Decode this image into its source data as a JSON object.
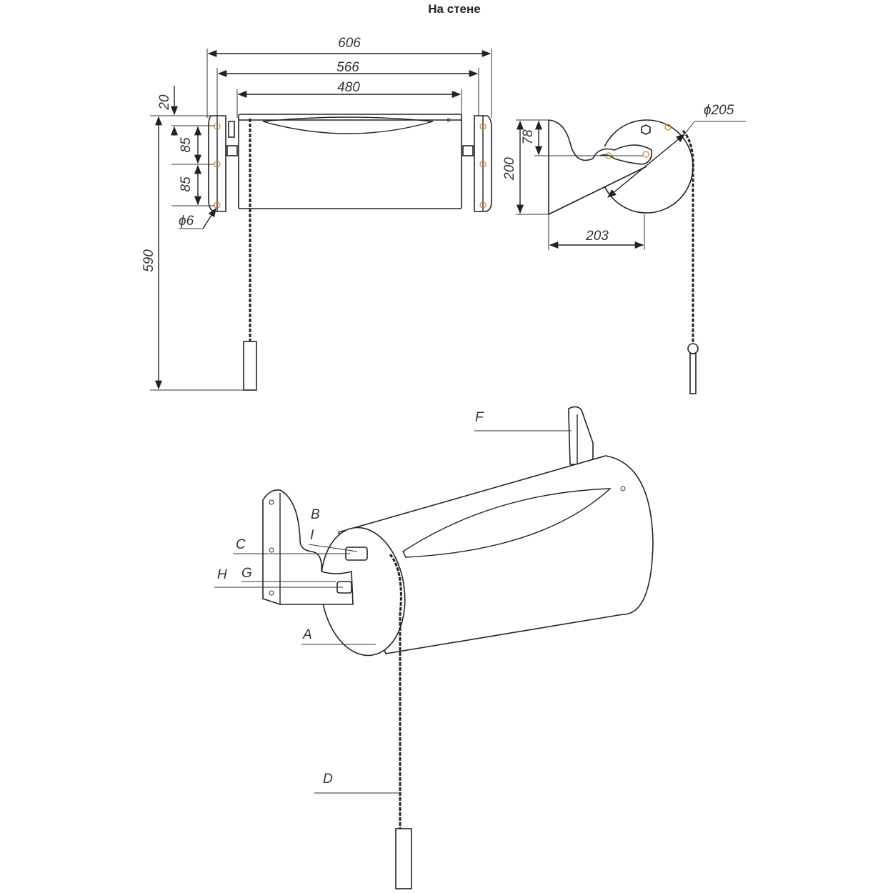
{
  "title": "На стене",
  "dimensions": {
    "width_overall": "606",
    "width_brackets": "566",
    "width_body": "480",
    "offset_top": "20",
    "spacing_upper": "85",
    "spacing_lower": "85",
    "hole_diameter": "ϕ6",
    "total_height": "590",
    "side_height": "200",
    "side_offset": "78",
    "side_diameter": "ϕ205",
    "side_depth": "203"
  },
  "part_labels": {
    "a": "A",
    "b": "B",
    "c": "C",
    "d": "D",
    "f": "F",
    "g": "G",
    "h": "H",
    "i": "I"
  }
}
